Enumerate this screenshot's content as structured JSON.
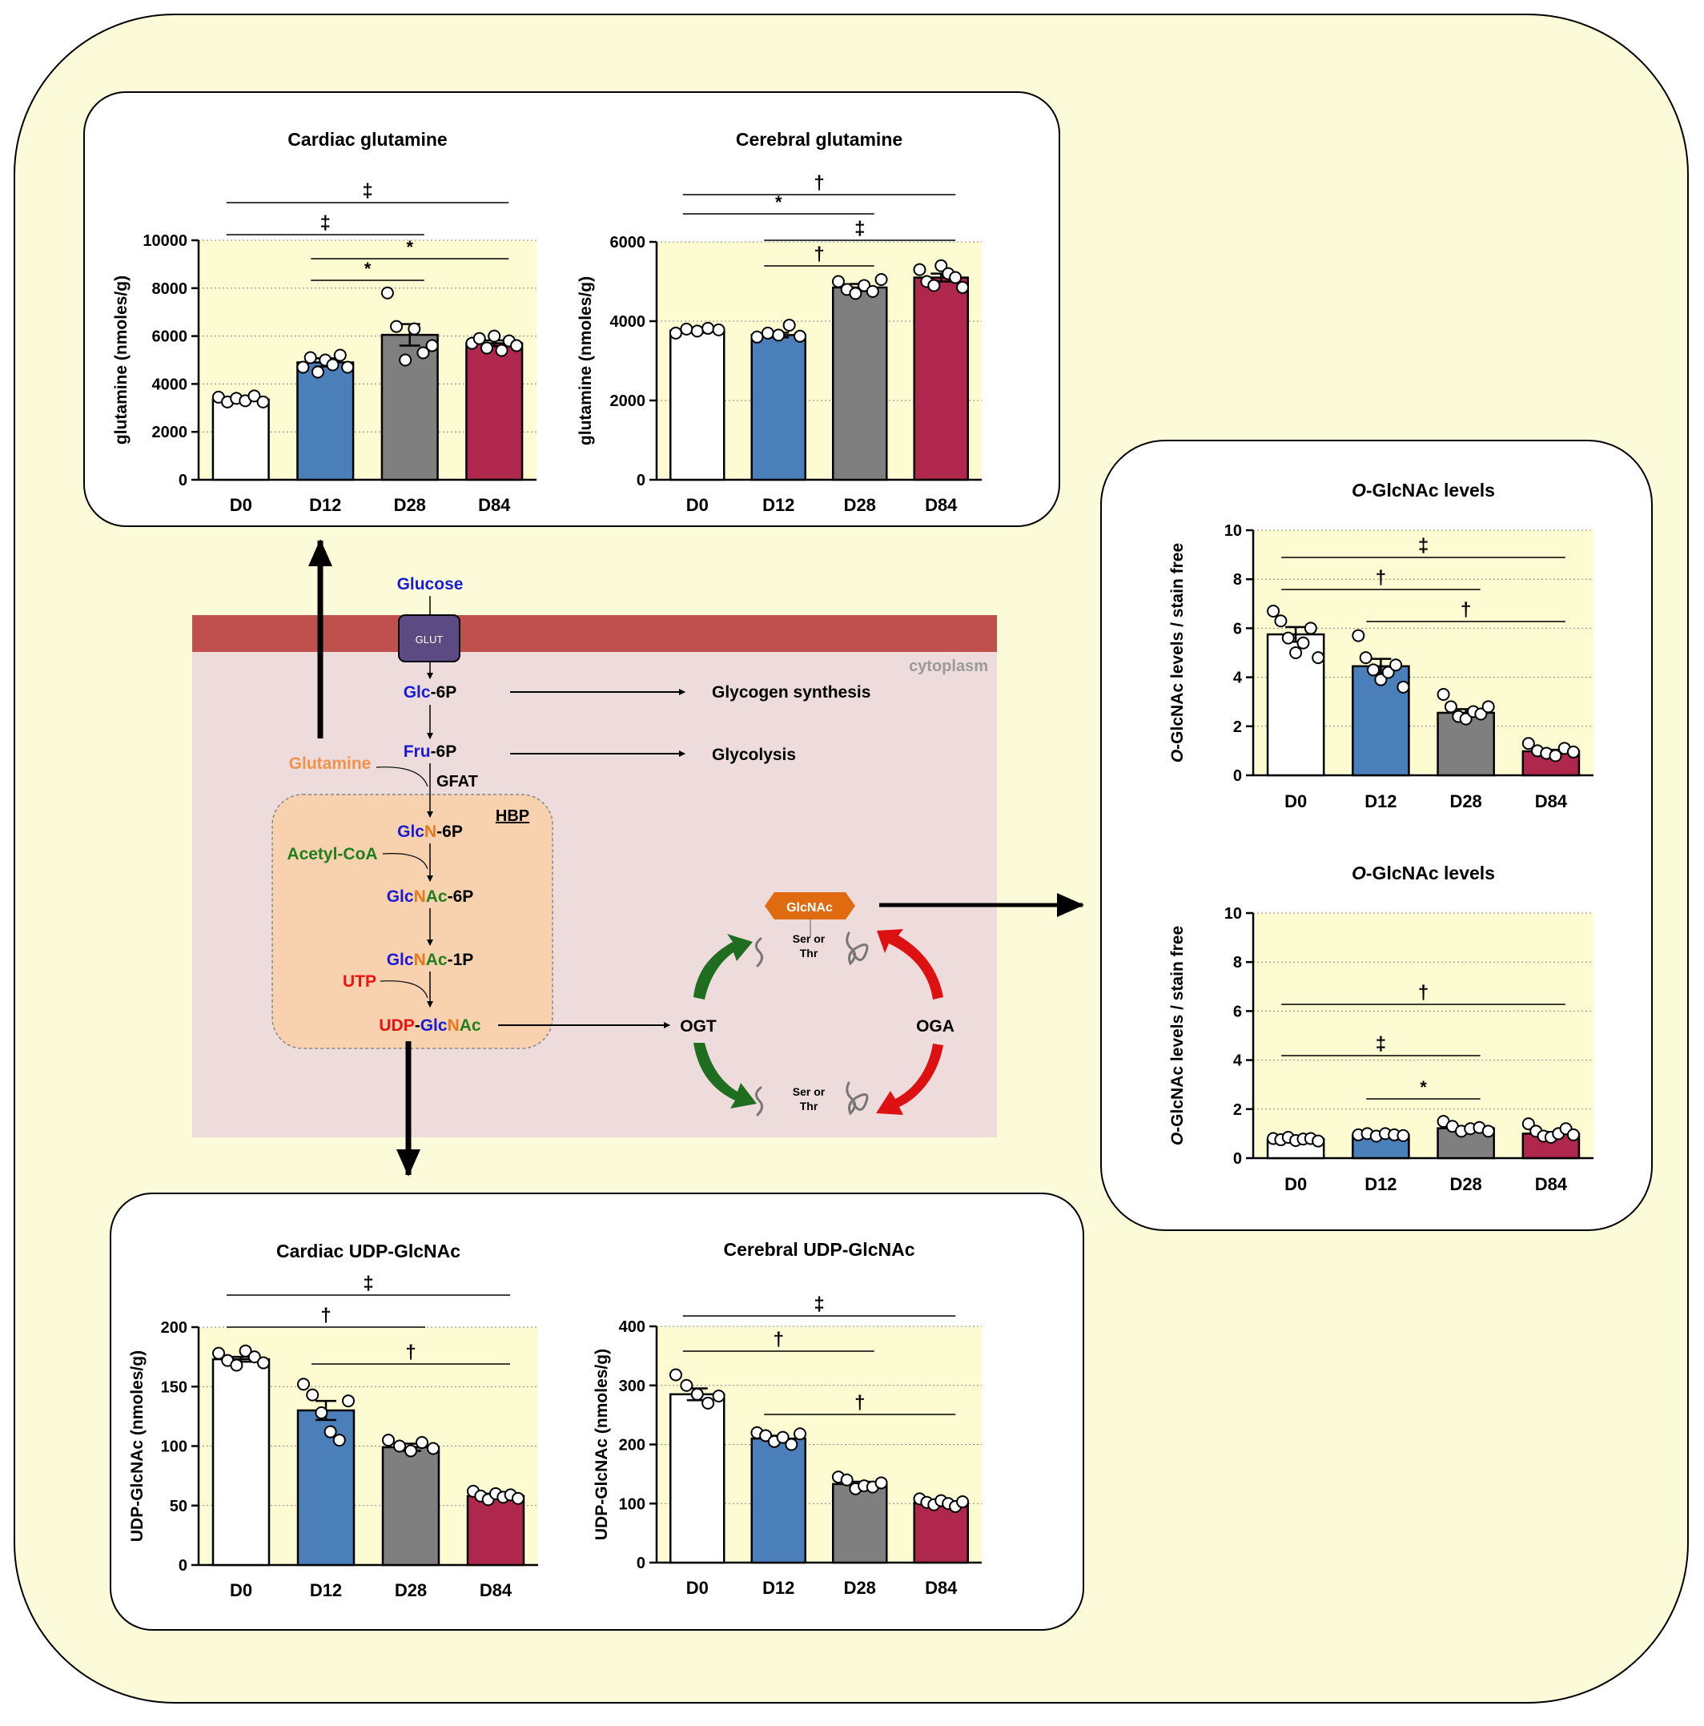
{
  "colors": {
    "background": "#fbfbd9",
    "panel": "#ffffff",
    "plot_bg": "#fdfbd2",
    "membrane": "#bf504d",
    "cytoplasm": "#eedbdb",
    "hbp_box": "#f8d2ae",
    "glut": "#5b4b82",
    "bar_D0": "#ffffff",
    "bar_D12": "#4b7fba",
    "bar_D28": "#7f7f7f",
    "bar_D84": "#b0274e",
    "blue": "#1a1ad9",
    "orange": "#e6781e",
    "green": "#1f7f1f",
    "red": "#ee1111",
    "arrow_green": "#1f6e1f",
    "arrow_red": "#dd1111",
    "glcnac_tag": "#e06a10"
  },
  "pathway": {
    "glucose": "Glucose",
    "glut": "GLUT",
    "cytoplasm": "cytoplasm",
    "glc6p_a": "Glc",
    "glc6p_b": "-6P",
    "glycogen": "Glycogen synthesis",
    "fru6p_a": "Fru",
    "fru6p_b": "-6P",
    "glycolysis": "Glycolysis",
    "glutamine": "Glutamine",
    "gfat": "GFAT",
    "hbp": "HBP",
    "glcn6p_a": "Glc",
    "glcn6p_b": "N",
    "glcn6p_c": "-6P",
    "acetylcoa": "Acetyl-CoA",
    "glcnac6p_a": "Glc",
    "glcnac6p_b": "N",
    "glcnac6p_c": "Ac",
    "glcnac6p_d": "-6P",
    "glcnac1p_a": "Glc",
    "glcnac1p_b": "N",
    "glcnac1p_c": "Ac",
    "glcnac1p_d": "-1P",
    "utp": "UTP",
    "udp_a": "UDP",
    "udp_b": "-",
    "udp_c": "Glc",
    "udp_d": "N",
    "udp_e": "Ac",
    "ogt": "OGT",
    "oga": "OGA",
    "glcnac_tag": "GlcNAc",
    "ser_thr_1": "Ser or",
    "ser_thr_2": "Thr"
  },
  "chart_data": [
    {
      "id": "cardiac_glutamine",
      "type": "bar",
      "title": "Cardiac glutamine",
      "ylabel": "glutamine (nmoles/g)",
      "categories": [
        "D0",
        "D12",
        "D28",
        "D84"
      ],
      "values": [
        3350,
        4900,
        6050,
        5700
      ],
      "sem": [
        100,
        170,
        450,
        120
      ],
      "points": [
        [
          3450,
          3250,
          3400,
          3300,
          3500,
          3250
        ],
        [
          4700,
          5100,
          4500,
          5000,
          4800,
          5200,
          4700
        ],
        [
          7800,
          6400,
          5000,
          6300,
          5300,
          5600
        ],
        [
          5700,
          5900,
          5500,
          6000,
          5400,
          5800,
          5600
        ]
      ],
      "ylim": [
        0,
        10000
      ],
      "yticks": [
        "0",
        "2000",
        "4000",
        "6000",
        "8000",
        "10000"
      ],
      "sig": [
        "‡",
        "‡",
        "*",
        "*"
      ],
      "grid": true
    },
    {
      "id": "cerebral_glutamine",
      "type": "bar",
      "title": "Cerebral glutamine",
      "ylabel": "glutamine (nmoles/g)",
      "categories": [
        "D0",
        "D12",
        "D28",
        "D84"
      ],
      "values": [
        3760,
        3650,
        4850,
        5100
      ],
      "sem": [
        50,
        60,
        90,
        100
      ],
      "points": [
        [
          3700,
          3800,
          3750,
          3820,
          3780
        ],
        [
          3600,
          3700,
          3650,
          3900,
          3620
        ],
        [
          5000,
          4800,
          4700,
          4900,
          4750,
          5050
        ],
        [
          5300,
          5000,
          4900,
          5400,
          5200,
          5100,
          4850
        ]
      ],
      "ylim": [
        0,
        6000
      ],
      "yticks": [
        "0",
        "2000",
        "4000",
        "6000"
      ],
      "sig": [
        "†",
        "*",
        "‡",
        "†"
      ],
      "grid": true
    },
    {
      "id": "oglcnac_1",
      "type": "bar",
      "title_italic": "O",
      "title_rest": "-GlcNAc levels",
      "ylabel_italic": "O",
      "ylabel_rest": "-GlcNAc levels / stain free",
      "categories": [
        "D0",
        "D12",
        "D28",
        "D84"
      ],
      "values": [
        5.75,
        4.45,
        2.55,
        0.98
      ],
      "sem": [
        0.3,
        0.3,
        0.15,
        0.06
      ],
      "points": [
        [
          6.7,
          6.3,
          5.6,
          5.0,
          5.4,
          6.0,
          4.8
        ],
        [
          5.7,
          4.8,
          4.3,
          3.9,
          4.2,
          4.5,
          3.6
        ],
        [
          3.3,
          2.8,
          2.4,
          2.3,
          2.6,
          2.5,
          2.8
        ],
        [
          1.3,
          1.0,
          0.9,
          0.8,
          1.1,
          0.95
        ]
      ],
      "ylim": [
        0,
        10
      ],
      "yticks": [
        "0",
        "2",
        "4",
        "6",
        "8",
        "10"
      ],
      "sig": [
        "‡",
        "†",
        "†"
      ],
      "grid": true
    },
    {
      "id": "oglcnac_2",
      "type": "bar",
      "title_italic": "O",
      "title_rest": "-GlcNAc levels",
      "ylabel_italic": "O",
      "ylabel_rest": "-GlcNAc levels / stain free",
      "categories": [
        "D0",
        "D12",
        "D28",
        "D84"
      ],
      "values": [
        0.78,
        0.95,
        1.22,
        1.0
      ],
      "sem": [
        0.03,
        0.03,
        0.06,
        0.07
      ],
      "points": [
        [
          0.8,
          0.75,
          0.85,
          0.72,
          0.78,
          0.8,
          0.7
        ],
        [
          0.95,
          1.0,
          0.9,
          1.0,
          0.95,
          0.92
        ],
        [
          1.5,
          1.3,
          1.1,
          1.2,
          1.25,
          1.1
        ],
        [
          1.4,
          1.1,
          0.9,
          0.85,
          1.0,
          1.2,
          0.95
        ]
      ],
      "ylim": [
        0,
        10
      ],
      "yticks": [
        "0",
        "2",
        "4",
        "6",
        "8",
        "10"
      ],
      "sig": [
        "†",
        "‡",
        "*"
      ],
      "grid": true
    },
    {
      "id": "cardiac_udp",
      "type": "bar",
      "title": "Cardiac UDP-GlcNAc",
      "ylabel": "UDP-GlcNAc (nmoles/g)",
      "categories": [
        "D0",
        "D12",
        "D28",
        "D84"
      ],
      "values": [
        173,
        130,
        99,
        58
      ],
      "sem": [
        2,
        8,
        3,
        2
      ],
      "points": [
        [
          178,
          172,
          168,
          180,
          175,
          170
        ],
        [
          152,
          143,
          128,
          112,
          105,
          138
        ],
        [
          105,
          100,
          96,
          103,
          98
        ],
        [
          62,
          58,
          55,
          60,
          57,
          59,
          56
        ]
      ],
      "ylim": [
        0,
        200
      ],
      "yticks": [
        "0",
        "50",
        "100",
        "150",
        "200"
      ],
      "sig": [
        "‡",
        "†",
        "†"
      ],
      "grid": true
    },
    {
      "id": "cerebral_udp",
      "type": "bar",
      "title": "Cerebral UDP-GlcNAc",
      "ylabel": "UDP-GlcNAc (nmoles/g)",
      "categories": [
        "D0",
        "D12",
        "D28",
        "D84"
      ],
      "values": [
        285,
        210,
        133,
        101
      ],
      "sem": [
        10,
        5,
        4,
        2
      ],
      "points": [
        [
          318,
          300,
          285,
          270,
          282
        ],
        [
          220,
          215,
          205,
          212,
          200,
          218
        ],
        [
          145,
          140,
          125,
          130,
          128,
          135
        ],
        [
          108,
          102,
          98,
          105,
          100,
          95,
          103
        ]
      ],
      "ylim": [
        0,
        400
      ],
      "yticks": [
        "0",
        "100",
        "200",
        "300",
        "400"
      ],
      "sig": [
        "‡",
        "†",
        "†"
      ],
      "grid": true
    }
  ]
}
